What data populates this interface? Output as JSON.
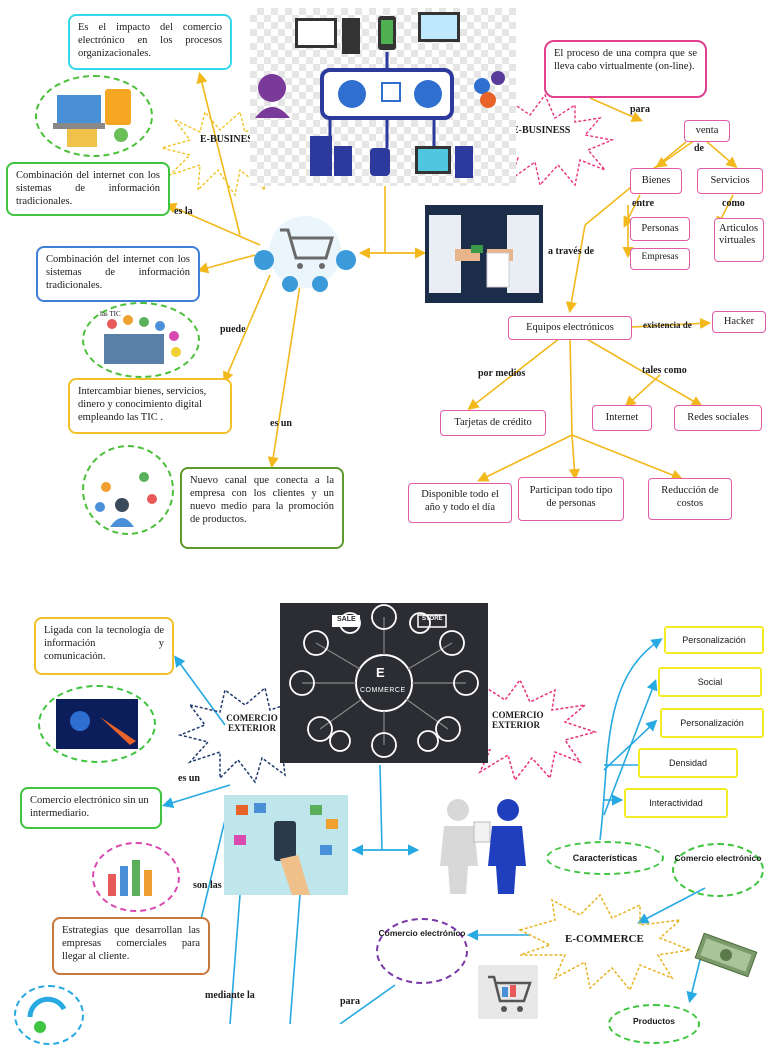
{
  "top": {
    "star_left": "E-BUSINESS",
    "star_right": "E-BUSINESS",
    "box_impacto": "Es el impacto del comercio electrónico en los procesos organizacionales.",
    "box_combinacion1": "Combinación del internet con los sistemas de información tradicionales.",
    "box_combinacion2": "Combinación del internet con los sistemas de información tradicionales.",
    "box_intercambiar": "Intercambiar bienes, servicios, dinero y conocimiento digital empleando las TIC .",
    "box_canal": "Nuevo canal que conecta a la empresa con los clientes y un nuevo medio para la promoción de productos.",
    "box_proceso": "El proceso de una compra que se lleva cabo virtualmente (on-line).",
    "conn_esla": "es la",
    "conn_puede": "puede",
    "conn_esun": "es un",
    "conn_para": "para",
    "conn_de": "de",
    "conn_entre": "entre",
    "conn_como": "como",
    "conn_atraves": "a través de",
    "conn_existencia": "existencia de",
    "conn_pormedios": "por medios",
    "conn_talescomo": "tales como",
    "venta": "venta",
    "bienes": "Bienes",
    "servicios": "Servicios",
    "personas": "Personas",
    "empresas": "Empresas",
    "articulos": "Articulos virtuales",
    "equipos": "Equipos electrónicos",
    "hacker": "Hacker",
    "tarjetas": "Tarjetas de crédito",
    "internet": "Internet",
    "redes": "Redes sociales",
    "disponible": "Disponible todo el año y todo el día",
    "participan": "Participan todo tipo de personas",
    "reduccion": "Reducción de costos",
    "tic_label": "las TIC"
  },
  "bottom": {
    "star_left": "COMERCIO EXTERIOR",
    "star_right": "COMERCIO EXTERIOR",
    "star_ecommerce": "E-COMMERCE",
    "ecommerce_logo_e": "E",
    "ecommerce_logo_text": "COMMERCE",
    "sale_tag": "SALE",
    "store_tag": "STORE",
    "box_ligada": "Ligada con la tecnología de información y comunicación.",
    "box_sin_intermediario": "Comercio electrónico sin un intermediario.",
    "box_estrategias": "Estrategias que desarrollan las empresas comerciales para llegar al cliente.",
    "conn_esun": "es un",
    "conn_sonlas": "son las",
    "conn_mediante": "mediante la",
    "conn_para": "para",
    "caracteristicas": [
      "Personalización",
      "Social",
      "Personalización",
      "Densidad",
      "Interactividad"
    ],
    "caracteristicas_oval": "Características",
    "comercio_electronico_right": "Comercio electrónico",
    "comercio_electronico_left": "Comercio electrónico",
    "productos": "Productos"
  },
  "colors": {
    "arrow_gold": "#f2b81c",
    "arrow_cyan": "#27a9e1",
    "pink": "#e0408f",
    "green": "#3ec43e",
    "star_pink": "#e8327c",
    "star_navy": "#1f3b6e",
    "star_gold": "#e6b422"
  }
}
